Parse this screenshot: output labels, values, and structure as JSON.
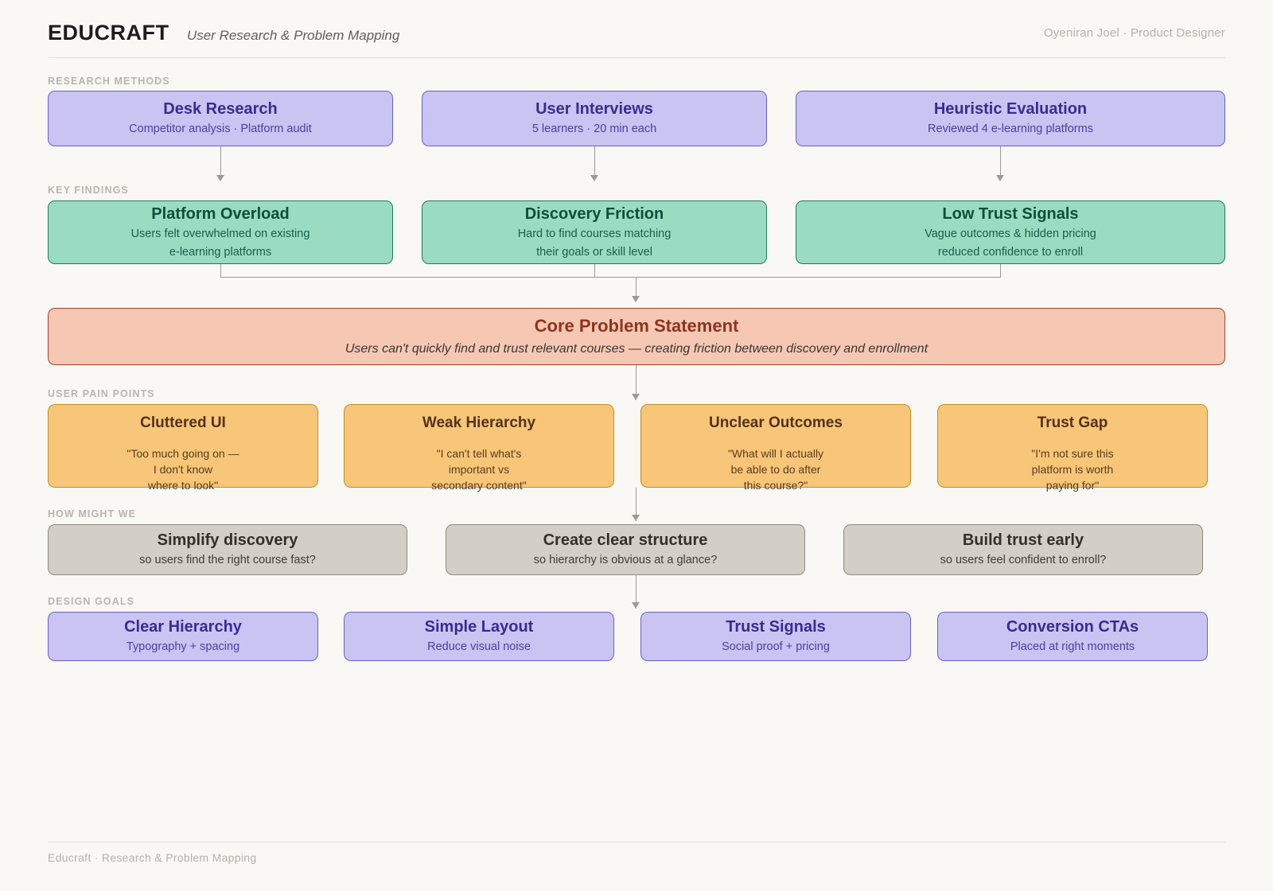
{
  "header": {
    "brand": "EDUCRAFT",
    "subtitle": "User Research & Problem Mapping",
    "byline": "Oyeniran Joel · Product Designer"
  },
  "sections": {
    "research_methods_label": "RESEARCH METHODS",
    "key_findings_label": "KEY FINDINGS",
    "user_pain_points_label": "USER PAIN POINTS",
    "how_might_we_label": "HOW MIGHT WE",
    "design_goals_label": "DESIGN GOALS"
  },
  "research_methods": [
    {
      "title": "Desk Research",
      "sub": "Competitor analysis · Platform audit"
    },
    {
      "title": "User Interviews",
      "sub": "5 learners · 20 min each"
    },
    {
      "title": "Heuristic Evaluation",
      "sub": "Reviewed 4 e-learning platforms"
    }
  ],
  "key_findings": [
    {
      "title": "Platform Overload",
      "sub_line1": "Users felt overwhelmed on existing",
      "sub_line2": "e-learning platforms"
    },
    {
      "title": "Discovery Friction",
      "sub_line1": "Hard to find courses matching",
      "sub_line2": "their goals or skill level"
    },
    {
      "title": "Low Trust Signals",
      "sub_line1": "Vague outcomes & hidden pricing",
      "sub_line2": "reduced confidence to enroll"
    }
  ],
  "core_problem": {
    "title": "Core Problem Statement",
    "statement": "Users can't quickly find and trust relevant courses — creating friction between discovery and enrollment"
  },
  "user_pain_points": [
    {
      "title": "Cluttered UI",
      "quote_line1": "\"Too much going on —",
      "quote_line2": "I don't know",
      "quote_line3": "where to look\""
    },
    {
      "title": "Weak Hierarchy",
      "quote_line1": "\"I can't tell what's",
      "quote_line2": "important vs",
      "quote_line3": "secondary content\""
    },
    {
      "title": "Unclear Outcomes",
      "quote_line1": "\"What will I actually",
      "quote_line2": "be able to do after",
      "quote_line3": "this course?\""
    },
    {
      "title": "Trust Gap",
      "quote_line1": "\"I'm not sure this",
      "quote_line2": "platform is worth",
      "quote_line3": "paying for\""
    }
  ],
  "how_might_we": [
    {
      "title": "Simplify discovery",
      "sub": "so users find the right course fast?"
    },
    {
      "title": "Create clear structure",
      "sub": "so hierarchy is obvious at a glance?"
    },
    {
      "title": "Build trust early",
      "sub": "so users feel confident to enroll?"
    }
  ],
  "design_goals": [
    {
      "title": "Clear Hierarchy",
      "sub": "Typography + spacing"
    },
    {
      "title": "Simple Layout",
      "sub": "Reduce visual noise"
    },
    {
      "title": "Trust Signals",
      "sub": "Social proof + pricing"
    },
    {
      "title": "Conversion CTAs",
      "sub": "Placed at right moments"
    }
  ],
  "footer": {
    "text": "Educraft · Research & Problem Mapping"
  },
  "colors": {
    "background": "#faf8f4",
    "purple_fill": "#c9c4f2",
    "purple_border": "#6b5fd0",
    "green_fill": "#9adcc2",
    "green_border": "#1f7a58",
    "red_fill": "#f6c8b4",
    "red_border": "#a7402a",
    "orange_fill": "#f7c678",
    "orange_border": "#c98a21",
    "gray_fill": "#d3cfc6",
    "gray_border": "#8d8a82",
    "connector": "#9a9a9a"
  }
}
